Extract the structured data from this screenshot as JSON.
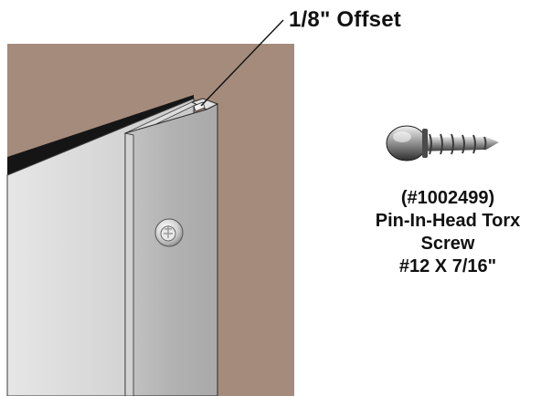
{
  "callout": {
    "offset_label": "1/8\" Offset"
  },
  "screw": {
    "part_number": "(#1002499)",
    "name_line1": "Pin-In-Head Torx",
    "name_line2": "Screw",
    "size": "#12 X 7/16\""
  },
  "colors": {
    "wall": "#a48b7b",
    "panel_face": "#d9d9d9",
    "panel_edge_dark": "#151515",
    "trim": "#b4b4b4",
    "trim_edge": "#cfcfcf",
    "outline": "#2a2a2a"
  }
}
